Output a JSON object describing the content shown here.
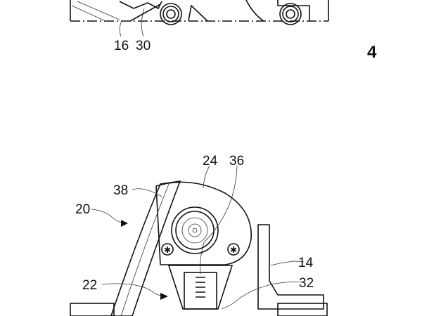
{
  "figure_number": "4",
  "top_view": {
    "reference_numerals": [
      "16",
      "30"
    ]
  },
  "bottom_view": {
    "reference_numerals": {
      "plate": "24",
      "shaft": "36",
      "arm": "38",
      "assembly": "20",
      "wall": "14",
      "locking_unit": "22",
      "spring": "32"
    }
  }
}
